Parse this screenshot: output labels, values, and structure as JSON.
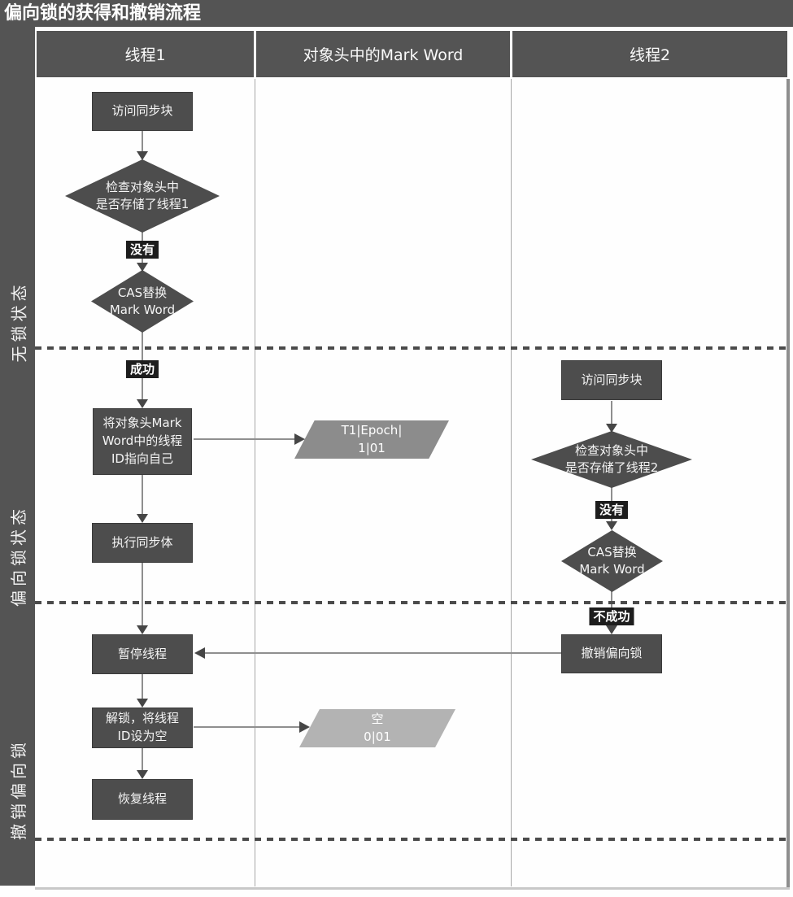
{
  "title": "偏向锁的获得和撤销流程",
  "lanes": {
    "thread1": "线程1",
    "markword": "对象头中的Mark Word",
    "thread2": "线程2"
  },
  "stages": {
    "lock_free": "无锁状态",
    "biased": "偏向锁状态",
    "revoke": "撤销偏向锁"
  },
  "nodes": {
    "t1_access": {
      "lines": [
        "访问同步块"
      ]
    },
    "t1_check": {
      "lines": [
        "检查对象头中",
        "是否存储了线程1"
      ]
    },
    "t1_cas": {
      "lines": [
        "CAS替换",
        "Mark Word"
      ]
    },
    "t1_set_id": {
      "lines": [
        "将对象头Mark",
        "Word中的线程",
        "ID指向自己"
      ]
    },
    "t1_exec": {
      "lines": [
        "执行同步体"
      ]
    },
    "t1_pause": {
      "lines": [
        "暂停线程"
      ]
    },
    "t1_unlock": {
      "lines": [
        "解锁，将线程",
        "ID设为空"
      ]
    },
    "t1_resume": {
      "lines": [
        "恢复线程"
      ]
    },
    "mw_biased": {
      "lines": [
        "T1|Epoch|",
        "1|01"
      ]
    },
    "mw_empty": {
      "lines": [
        "空",
        "0|01"
      ]
    },
    "t2_access": {
      "lines": [
        "访问同步块"
      ]
    },
    "t2_check": {
      "lines": [
        "检查对象头中",
        "是否存储了线程2"
      ]
    },
    "t2_cas": {
      "lines": [
        "CAS替换",
        "Mark Word"
      ]
    },
    "t2_revoke": {
      "lines": [
        "撤销偏向锁"
      ]
    }
  },
  "edge_labels": {
    "t1_no": "没有",
    "t1_success": "成功",
    "t2_no": "没有",
    "t2_fail": "不成功"
  },
  "colors": {
    "panel": "#545454",
    "node_fill": "#4d4d4d",
    "tag_bg": "#1d1d1d",
    "para_biased_fill": "#8c8c8c",
    "para_empty_fill": "#b3b3b3",
    "connector_line": "#8f8f8f",
    "arrowhead": "#464646"
  }
}
